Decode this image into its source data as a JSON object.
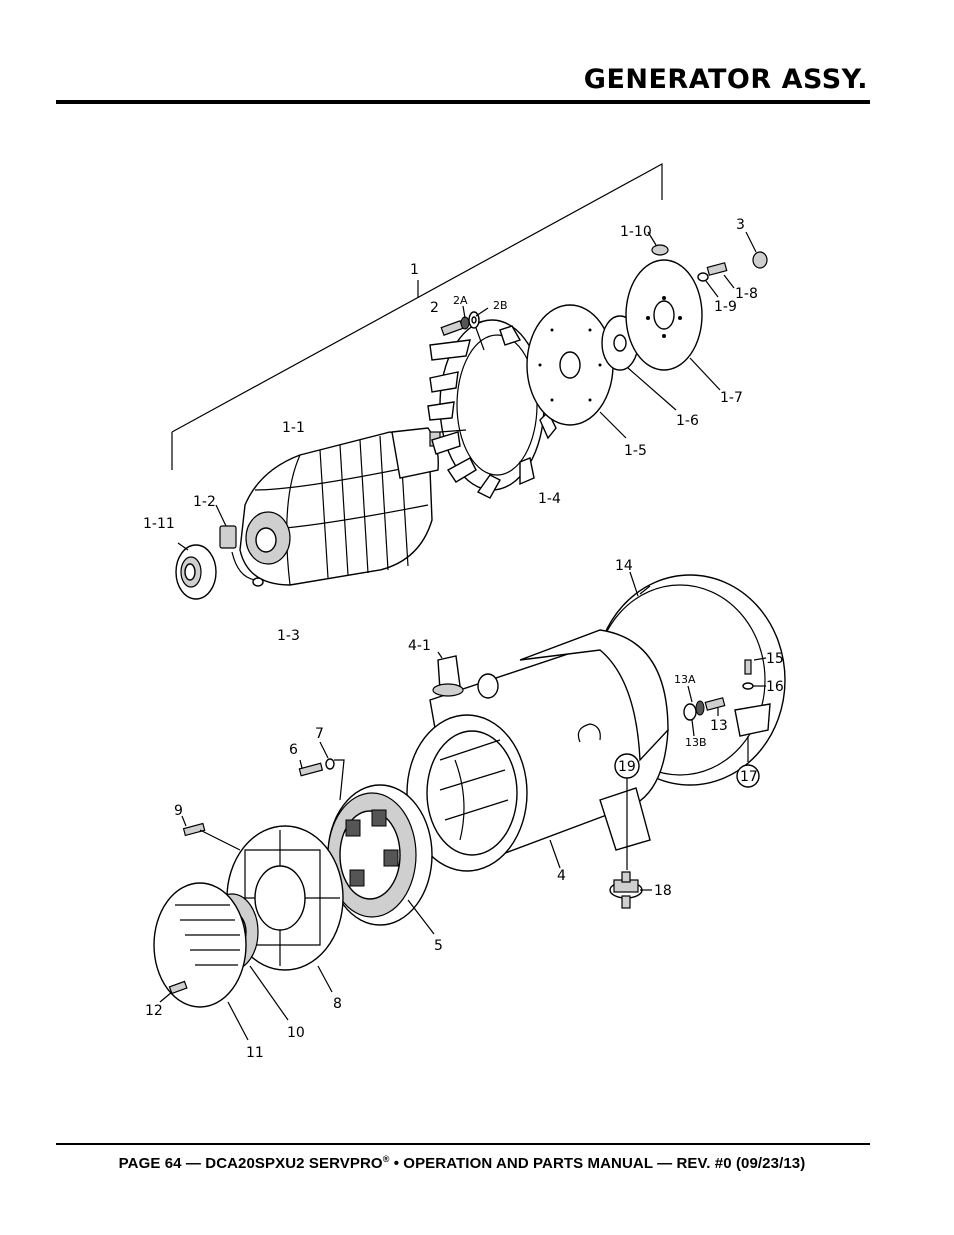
{
  "header": {
    "title": "GENERATOR ASSY."
  },
  "footer": {
    "text_before": "PAGE 64 — DCA20SPXU2 SERVPRO",
    "registered": "®",
    "text_after": " • OPERATION AND PARTS MANUAL — REV. #0 (09/23/13)"
  },
  "callouts": {
    "c1": "1",
    "c1_1": "1-1",
    "c1_2": "1-2",
    "c1_3": "1-3",
    "c1_4": "1-4",
    "c1_5": "1-5",
    "c1_6": "1-6",
    "c1_7": "1-7",
    "c1_8": "1-8",
    "c1_9": "1-9",
    "c1_10": "1-10",
    "c1_11": "1-11",
    "c2": "2",
    "c2a": "2A",
    "c2b": "2B",
    "c3": "3",
    "c4": "4",
    "c4_1": "4-1",
    "c5": "5",
    "c6": "6",
    "c7": "7",
    "c8": "8",
    "c9": "9",
    "c10": "10",
    "c11": "11",
    "c12": "12",
    "c13": "13",
    "c13a": "13A",
    "c13b": "13B",
    "c14": "14",
    "c15": "15",
    "c16": "16",
    "c17": "17",
    "c18": "18",
    "c19": "19"
  }
}
